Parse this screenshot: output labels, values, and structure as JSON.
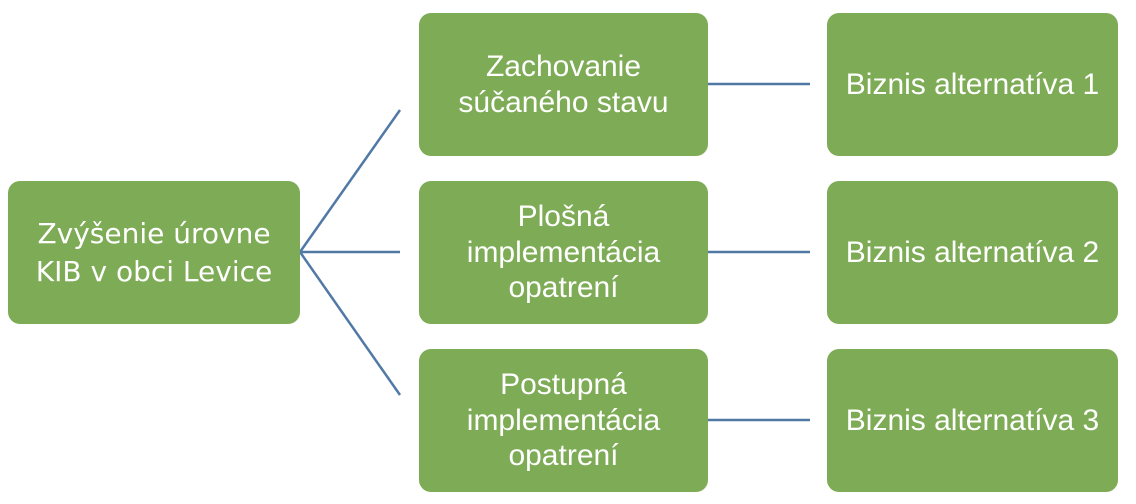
{
  "colors": {
    "node_fill": "#7EAB55",
    "text": "#ffffff",
    "connector": "#5079A6"
  },
  "root": {
    "label": "Zvýšenie úrovne\nKIB v obci Levice"
  },
  "options": [
    {
      "label": "Zachovanie\nsúčaného stavu",
      "alternative": "Biznis alternatíva 1"
    },
    {
      "label": "Plošná\nimplementácia\nopatrení",
      "alternative": "Biznis alternatíva 2"
    },
    {
      "label": "Postupná\nimplementácia\nopatrení",
      "alternative": "Biznis alternatíva 3"
    }
  ]
}
